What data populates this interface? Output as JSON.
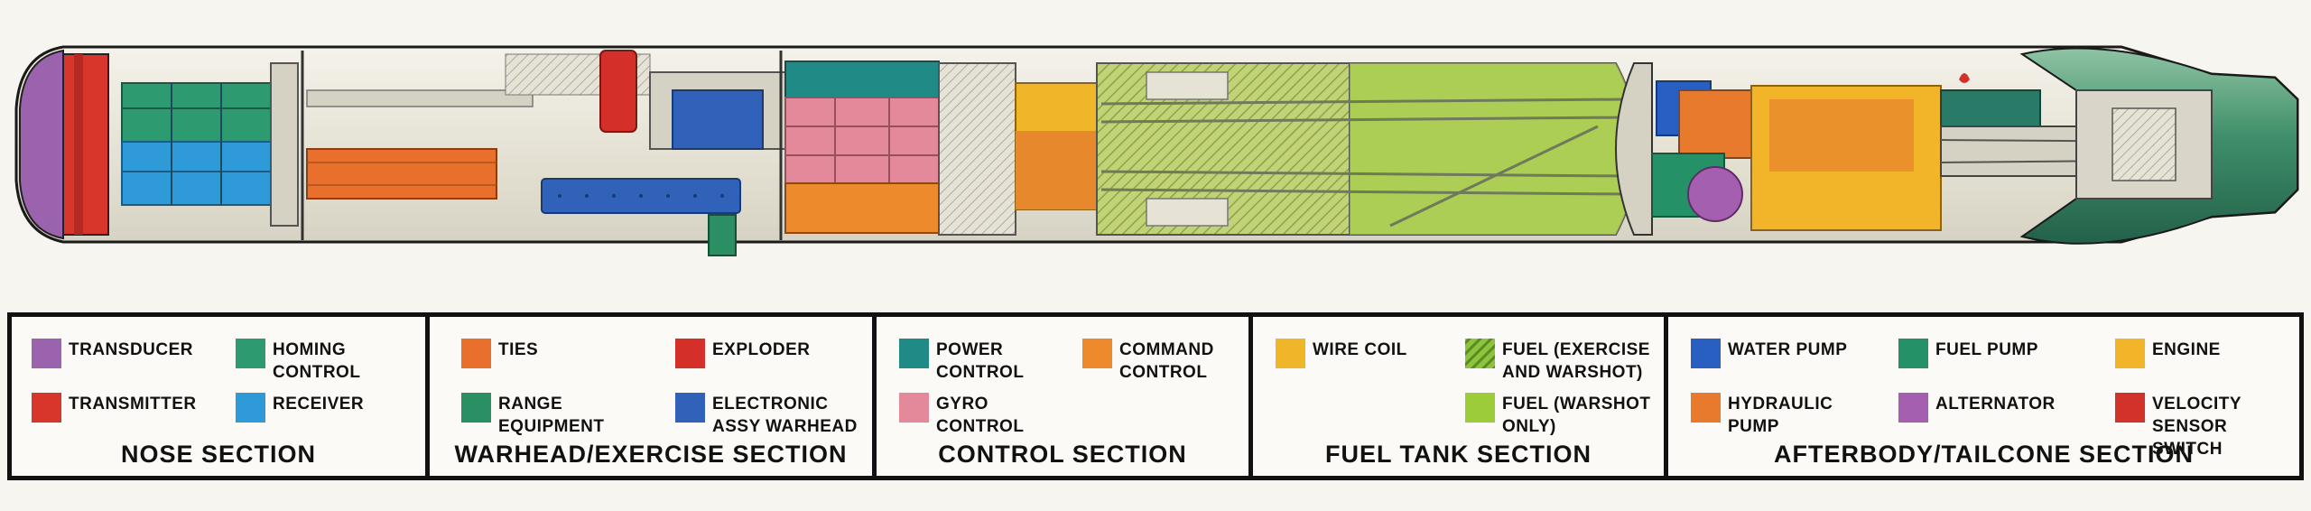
{
  "sections": [
    {
      "title": "NOSE SECTION",
      "items": [
        {
          "label": "TRANSDUCER",
          "color": "#9b63ad",
          "icon": "solid-swatch"
        },
        {
          "label": "HOMING\nCONTROL",
          "color": "#2e9a6f",
          "icon": "solid-swatch"
        },
        {
          "label": "TRANSMITTER",
          "color": "#d8362b",
          "icon": "solid-swatch"
        },
        {
          "label": "RECEIVER",
          "color": "#2f9ad8",
          "icon": "solid-swatch"
        }
      ]
    },
    {
      "title": "WARHEAD/EXERCISE SECTION",
      "items": [
        {
          "label": "TIES",
          "color": "#e8702c",
          "icon": "solid-swatch"
        },
        {
          "label": "EXPLODER",
          "color": "#d42f29",
          "icon": "solid-swatch"
        },
        {
          "label": "RANGE\nEQUIPMENT",
          "color": "#2a8f63",
          "icon": "solid-swatch"
        },
        {
          "label": "ELECTRONIC\nASSY WARHEAD",
          "color": "#2f62b8",
          "icon": "solid-swatch"
        }
      ]
    },
    {
      "title": "CONTROL SECTION",
      "items": [
        {
          "label": "POWER\nCONTROL",
          "color": "#1f8a86",
          "icon": "solid-swatch"
        },
        {
          "label": "COMMAND\nCONTROL",
          "color": "#ec8a2c",
          "icon": "solid-swatch"
        },
        {
          "label": "GYRO\nCONTROL",
          "color": "#e3899a",
          "icon": "solid-swatch"
        }
      ]
    },
    {
      "title": "FUEL TANK SECTION",
      "items": [
        {
          "label": "WIRE COIL",
          "color": "#f0b62a",
          "icon": "solid-swatch"
        },
        {
          "label": "FUEL (EXERCISE\nAND WARSHOT)",
          "color": "#8cc43c",
          "icon": "hatched-swatch"
        },
        {
          "label": "FUEL (WARSHOT\nONLY)",
          "color": "#9ccc3a",
          "icon": "solid-swatch"
        }
      ]
    },
    {
      "title": "AFTERBODY/TAILCONE SECTION",
      "items": [
        {
          "label": "WATER PUMP",
          "color": "#2a5fc2",
          "icon": "solid-swatch"
        },
        {
          "label": "FUEL PUMP",
          "color": "#259166",
          "icon": "solid-swatch"
        },
        {
          "label": "ENGINE",
          "color": "#f2b52a",
          "icon": "solid-swatch"
        },
        {
          "label": "HYDRAULIC\nPUMP",
          "color": "#e87a2e",
          "icon": "solid-swatch"
        },
        {
          "label": "ALTERNATOR",
          "color": "#a55fb0",
          "icon": "solid-swatch"
        },
        {
          "label": "VELOCITY\nSENSOR SWITCH",
          "color": "#d3322a",
          "icon": "solid-swatch"
        }
      ]
    }
  ],
  "colors": {
    "hull_outline": "#1a1a1a",
    "hull_fill": "#e9e6da",
    "tail_green": "#3f8f6a",
    "fuel_green": "#b9cf6a"
  }
}
